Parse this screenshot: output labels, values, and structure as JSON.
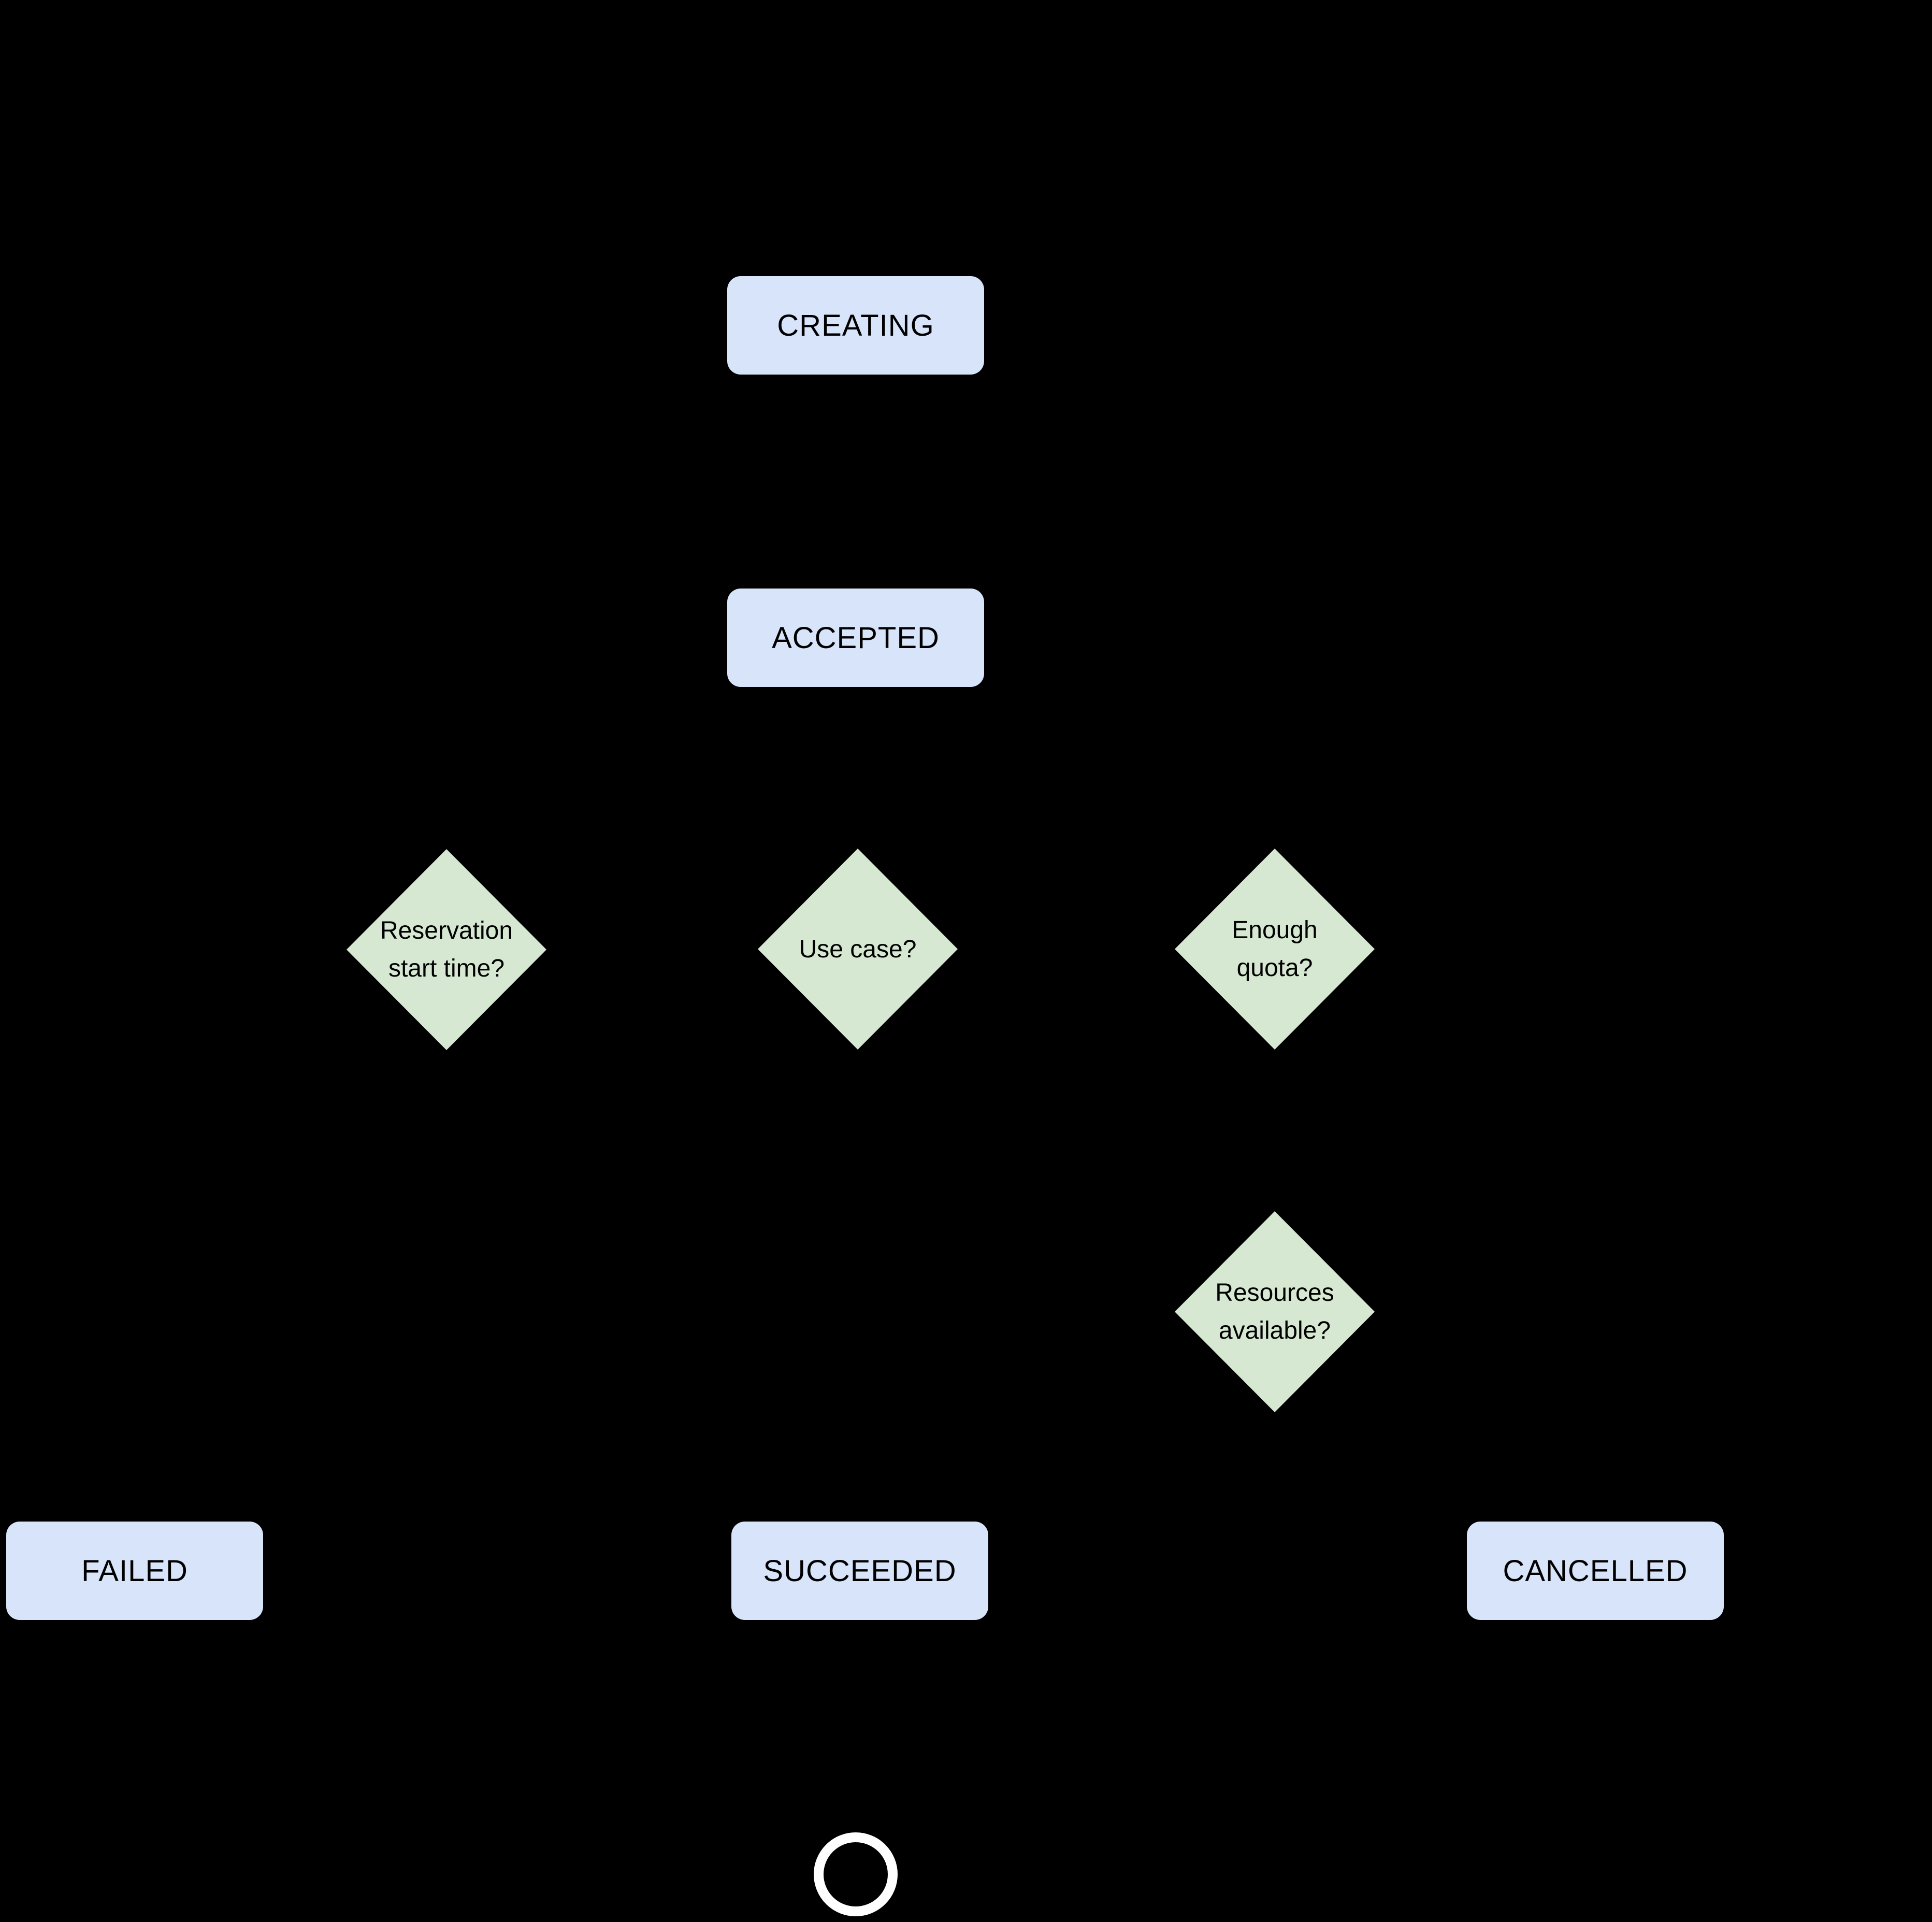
{
  "colors": {
    "background": "#000000",
    "state_fill": "#D8E4FA",
    "decision_fill": "#D6E8D2",
    "end_ring": "#FFFFFF",
    "text": "#000000"
  },
  "nodes": {
    "creating": {
      "type": "state",
      "label": "CREATING"
    },
    "accepted": {
      "type": "state",
      "label": "ACCEPTED"
    },
    "reservation_start_time": {
      "type": "decision",
      "lines": [
        "Reservation",
        "start time?"
      ]
    },
    "use_case": {
      "type": "decision",
      "lines": [
        "Use case?"
      ]
    },
    "enough_quota": {
      "type": "decision",
      "lines": [
        "Enough",
        "quota?"
      ]
    },
    "resources_available": {
      "type": "decision",
      "lines": [
        "Resources",
        "available?"
      ]
    },
    "failed": {
      "type": "state",
      "label": "FAILED"
    },
    "succeeded": {
      "type": "state",
      "label": "SUCCEEDED"
    },
    "cancelled": {
      "type": "state",
      "label": "CANCELLED"
    },
    "end": {
      "type": "terminator"
    }
  }
}
